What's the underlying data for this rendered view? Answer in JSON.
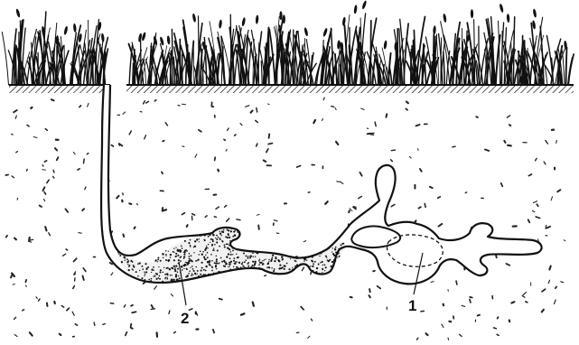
{
  "diagram": {
    "callouts": [
      {
        "id": "1",
        "text": "1"
      },
      {
        "id": "2",
        "text": "2"
      }
    ],
    "colors": {
      "ink": "#111111",
      "background": "#ffffff",
      "soil_speck": "#222222",
      "nest_fill": "#f4f4f4"
    }
  }
}
